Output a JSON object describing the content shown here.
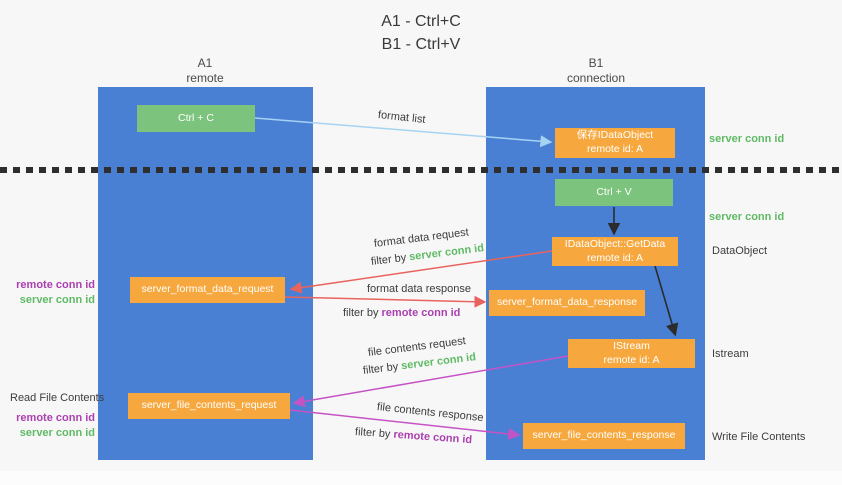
{
  "title": {
    "line1": "A1 - Ctrl+C",
    "line2": "B1 - Ctrl+V"
  },
  "columns": {
    "a1": {
      "name": "A1",
      "subtitle": "remote"
    },
    "b1": {
      "name": "B1",
      "subtitle": "connection"
    }
  },
  "nodes": {
    "ctrl_c": {
      "label": "Ctrl + C"
    },
    "save_idataobject": {
      "line1": "保存IDataObject",
      "line2": "remote id: A"
    },
    "ctrl_v": {
      "label": "Ctrl + V"
    },
    "getdata": {
      "line1": "IDataObject::GetData",
      "line2": "remote id: A"
    },
    "format_request": {
      "label": "server_format_data_request"
    },
    "format_response": {
      "label": "server_format_data_response"
    },
    "istream": {
      "line1": "IStream",
      "line2": "remote id: A"
    },
    "file_request": {
      "label": "server_file_contents_request"
    },
    "file_response": {
      "label": "server_file_contents_response"
    }
  },
  "edge_labels": {
    "format_list": "format list",
    "format_data_request": "format data request",
    "format_data_response": "format data response",
    "file_contents_request": "file contents request",
    "file_contents_response": "file contents response",
    "filter_by": "filter by",
    "server_conn_id": "server conn id",
    "remote_conn_id": "remote conn id"
  },
  "side_labels": {
    "server_conn_id_top": "server conn id",
    "server_conn_id_mid": "server conn id",
    "dataobject": "DataObject",
    "istream": "Istream",
    "write_file_contents": "Write File Contents",
    "read_file_contents": "Read File Contents",
    "remote_conn_id": "remote conn id",
    "server_conn_id": "server conn id"
  },
  "colors": {
    "column_blue": "#4a80d4",
    "node_green": "#7cc47e",
    "node_orange": "#f6a83f",
    "arrow_red": "#e8635e",
    "arrow_magenta": "#c653c6",
    "arrow_light_blue": "#a6d3f2",
    "arrow_black": "#2b2b2b",
    "text_green": "#5fba65",
    "text_purple": "#ab3fb0",
    "text_dark": "#3c3c3c"
  }
}
